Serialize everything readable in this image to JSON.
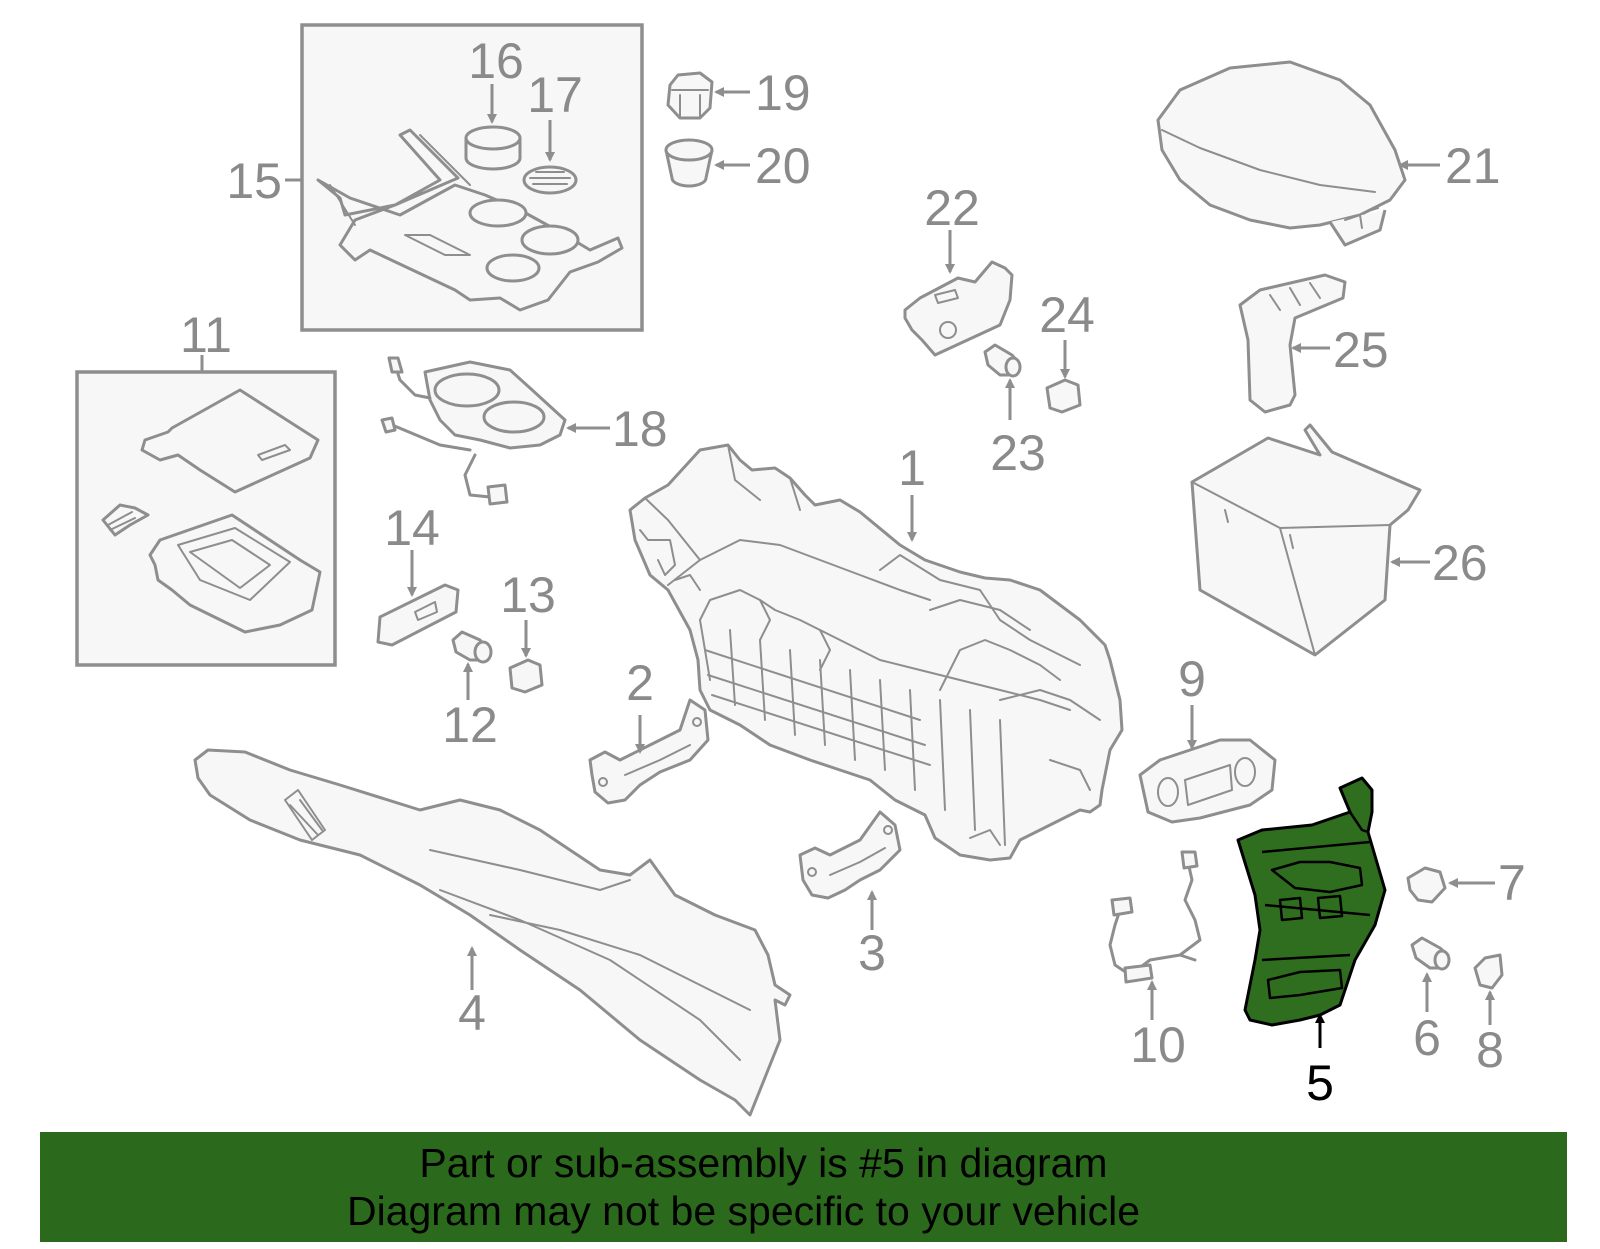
{
  "diagram": {
    "callouts": [
      "1",
      "2",
      "3",
      "4",
      "5",
      "6",
      "7",
      "8",
      "9",
      "10",
      "11",
      "12",
      "13",
      "14",
      "15",
      "16",
      "17",
      "18",
      "19",
      "20",
      "21",
      "22",
      "23",
      "24",
      "25",
      "26"
    ],
    "highlighted_part": "5",
    "colors": {
      "line_art": "#8e8e8e",
      "part_fill": "#f7f7f7",
      "highlight_fill": "#2f6e1f",
      "highlight_stroke": "#000000",
      "banner_bg": "#2b6a1c"
    }
  },
  "banner": {
    "line1": "Part or sub-assembly is #5 in diagram",
    "line2": "Diagram may not be specific to your vehicle"
  }
}
